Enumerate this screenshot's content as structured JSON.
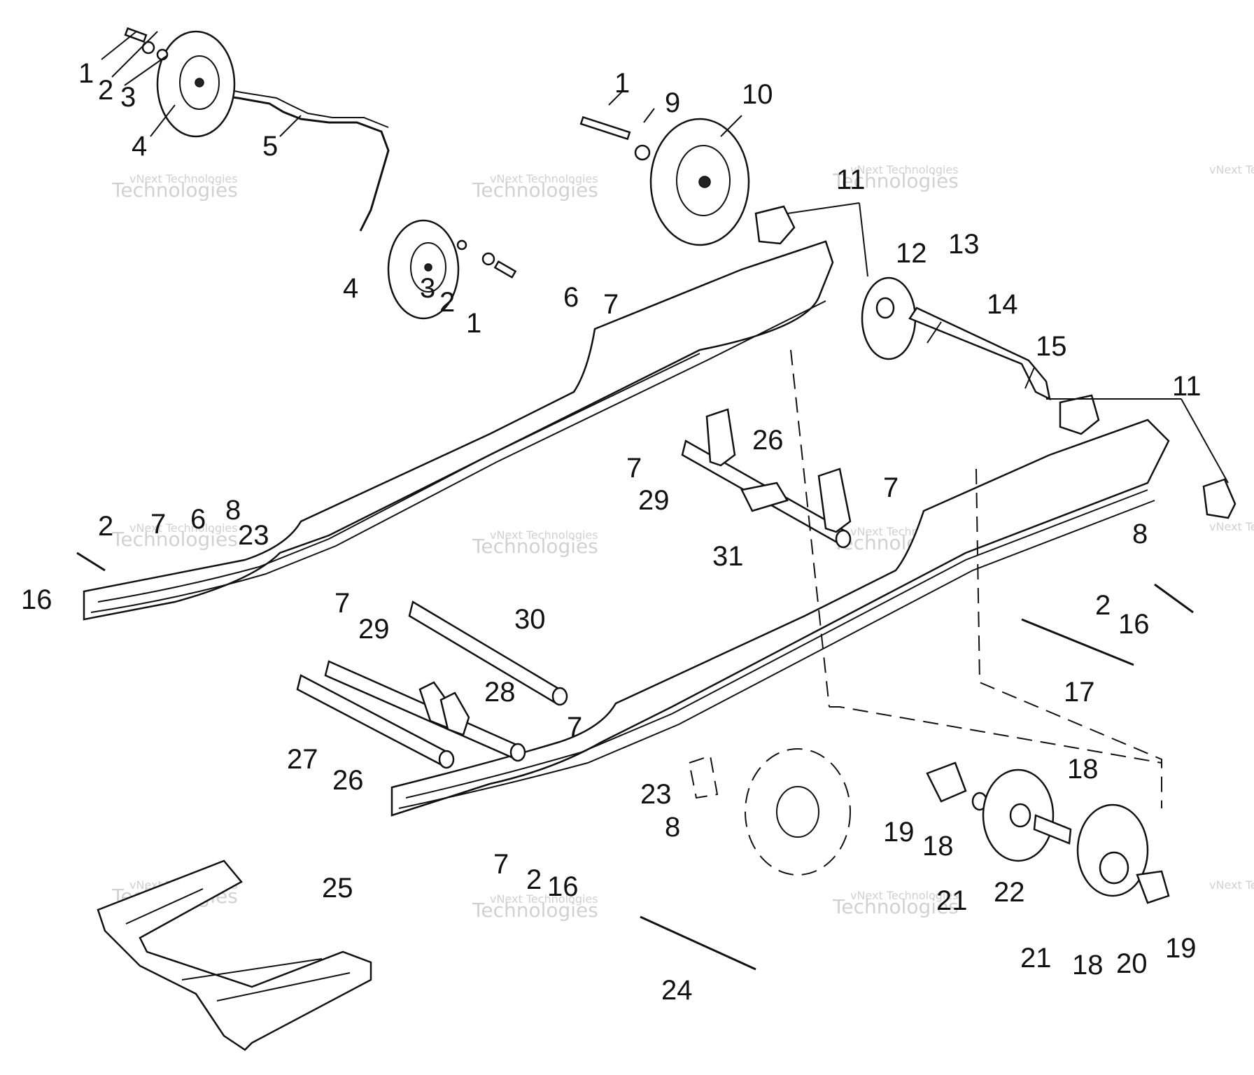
{
  "callouts": [
    "1",
    "2",
    "3",
    "4",
    "5",
    "1",
    "9",
    "10",
    "11",
    "4",
    "3",
    "2",
    "1",
    "12",
    "13",
    "14",
    "15",
    "11",
    "6",
    "7",
    "7",
    "26",
    "29",
    "7",
    "31",
    "8",
    "2",
    "16",
    "2",
    "7",
    "6",
    "8",
    "23",
    "16",
    "7",
    "30",
    "29",
    "28",
    "7",
    "27",
    "26",
    "23",
    "8",
    "7",
    "2",
    "16",
    "25",
    "24",
    "19",
    "18",
    "18",
    "21",
    "22",
    "21",
    "18",
    "20",
    "19",
    "17"
  ],
  "watermark": {
    "small": "vNext Technologies",
    "big": "Technologies"
  }
}
